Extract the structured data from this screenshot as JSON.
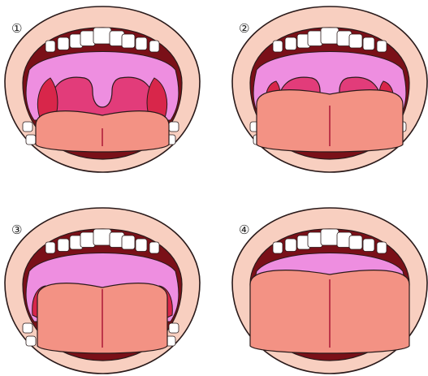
{
  "panels": [
    {
      "label": "①",
      "tonsil_grade": 1
    },
    {
      "label": "②",
      "tonsil_grade": 2
    },
    {
      "label": "③",
      "tonsil_grade": 3
    },
    {
      "label": "④",
      "tonsil_grade": 4
    }
  ],
  "colors": {
    "lip": "#f8cfc0",
    "cavity": "#7a1018",
    "palate": "#ee8ee0",
    "throat": "#e23c7a",
    "tonsil": "#d8264a",
    "tongue": "#f39284",
    "tongue_line": "#b0203c",
    "teeth": "#ffffff",
    "outline": "#2a1a1a"
  }
}
